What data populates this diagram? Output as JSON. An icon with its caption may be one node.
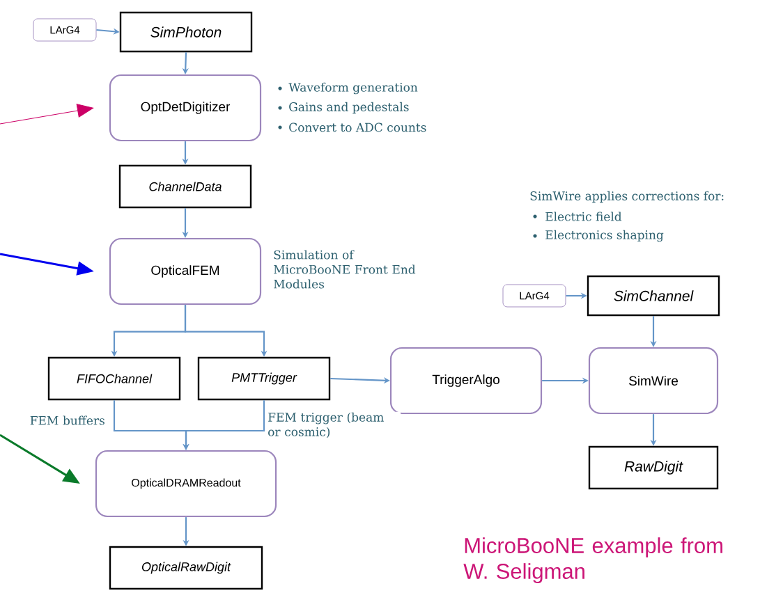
{
  "diagram": {
    "nodes": [
      {
        "text": [
          "LArG4"
        ]
      },
      {
        "text": [
          "SimPhoton"
        ]
      },
      {
        "text": [
          "OptDetDigitizer"
        ],
        "beside": [
          "Waveform generation",
          "Gains and pedestals",
          "Convert to ADC counts"
        ]
      },
      {
        "text": [
          "ChannelData"
        ]
      },
      {
        "text": [
          "OpticalFEM"
        ],
        "beside": [
          "Simulation of MicroBooNE Front End Modules"
        ]
      },
      {
        "text": [
          "FIFOChannel"
        ]
      },
      {
        "text": [
          "PMTTrigger"
        ]
      },
      {
        "text": [
          "OpticalDRAMReadout"
        ]
      },
      {
        "text": [
          "OpticalRawDigit"
        ]
      },
      {
        "text": [
          "TriggerAlgo"
        ]
      },
      {
        "text": [
          "LArG4"
        ]
      },
      {
        "text": [
          "SimChannel"
        ]
      },
      {
        "text": [
          "SimWire"
        ]
      },
      {
        "text": [
          "RawDigit"
        ]
      }
    ],
    "edges": [
      {
        "from": 0,
        "to": 1,
        "arrow": "to"
      },
      {
        "from": 1,
        "to": 2,
        "arrow": "to"
      },
      {
        "from": 2,
        "to": 3,
        "arrow": "to"
      },
      {
        "from": 3,
        "to": 4,
        "arrow": "to"
      },
      {
        "from": 4,
        "to": 5,
        "arrow": "to"
      },
      {
        "from": 4,
        "to": 6,
        "arrow": "to"
      },
      {
        "from": 5,
        "to": 7,
        "arrow": "to",
        "label": "FEM buffers"
      },
      {
        "from": 6,
        "to": 7,
        "arrow": "to",
        "label": "FEM trigger (beam or cosmic)"
      },
      {
        "from": 7,
        "to": 8,
        "arrow": "to"
      },
      {
        "from": 6,
        "to": 9,
        "arrow": "to"
      },
      {
        "from": 9,
        "to": 12,
        "arrow": "to"
      },
      {
        "from": 10,
        "to": 11,
        "arrow": "to"
      },
      {
        "from": 11,
        "to": 12,
        "arrow": "to"
      },
      {
        "from": 12,
        "to": 13,
        "arrow": "to"
      },
      {
        "from": null,
        "to": 2,
        "arrow": "to",
        "color": "#cc0066"
      },
      {
        "from": null,
        "to": 4,
        "arrow": "to",
        "color": "#0000ee"
      },
      {
        "from": null,
        "to": 7,
        "arrow": "to",
        "color": "#0a7a2a"
      }
    ],
    "labels": [
      "SimWire applies corrections for:",
      "Electric field",
      "Electronics shaping",
      "MicroBooNE example from W. Seligman"
    ]
  }
}
